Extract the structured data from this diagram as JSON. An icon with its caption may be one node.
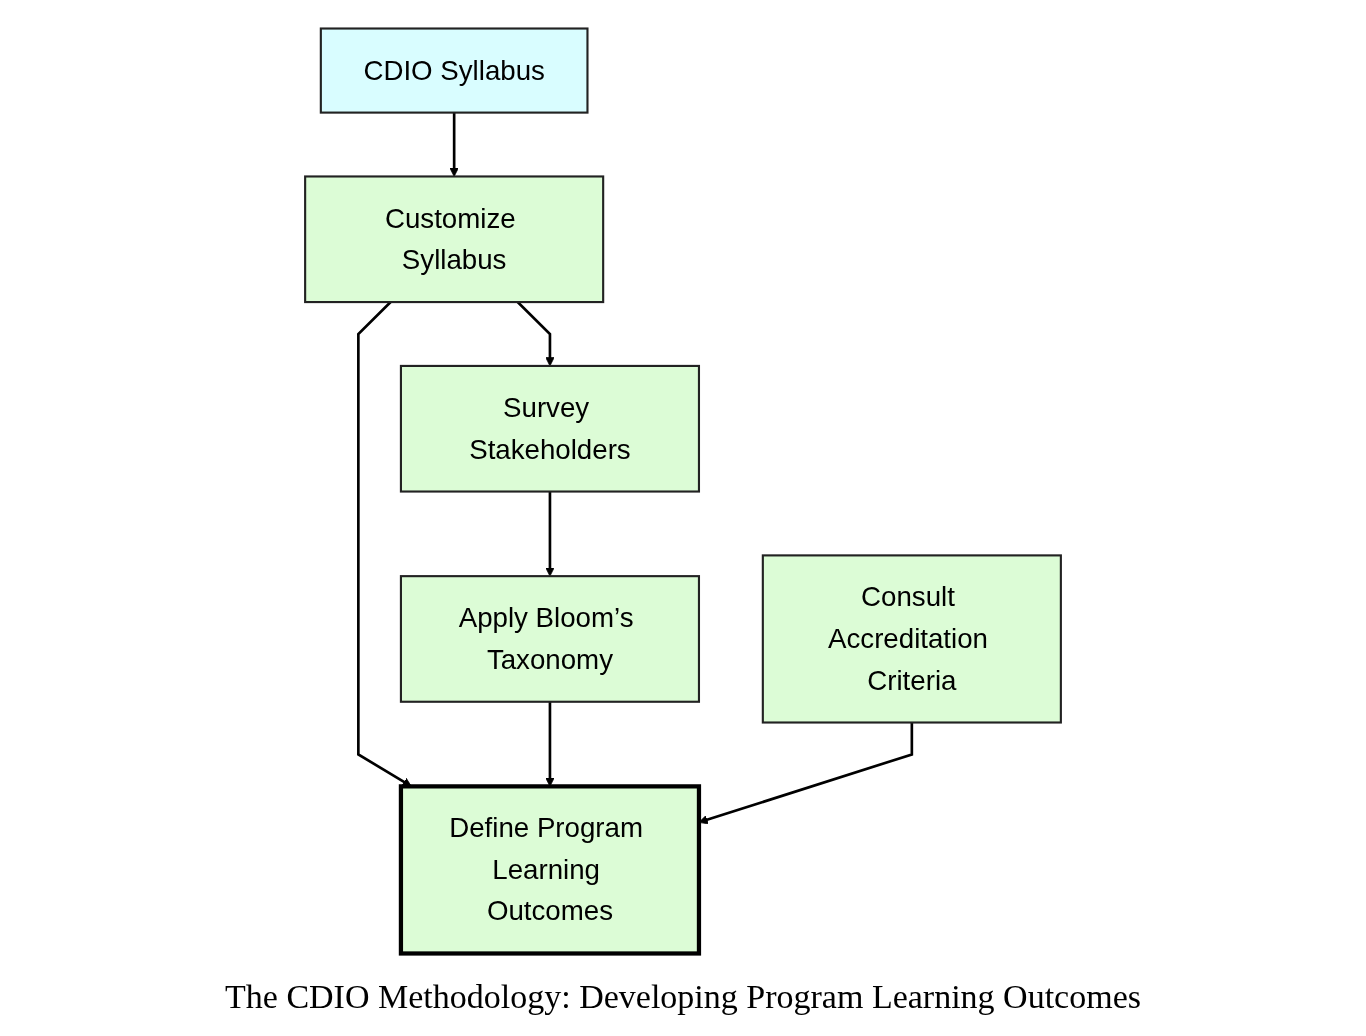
{
  "diagram": {
    "caption": "The CDIO Methodology: Developing Program Learning Outcomes",
    "nodes": [
      {
        "text": [
          "CDIO Syllabus"
        ]
      },
      {
        "text": [
          "Customize Syllabus"
        ]
      },
      {
        "text": [
          "Survey Stakeholders"
        ]
      },
      {
        "text": [
          "Apply Bloom’s Taxonomy"
        ]
      },
      {
        "text": [
          "Consult Accreditation Criteria"
        ]
      },
      {
        "text": [
          "Define Program Learning Outcomes"
        ]
      }
    ],
    "edges": [
      {
        "from": 0,
        "to": 1,
        "arrow": "to"
      },
      {
        "from": 1,
        "to": 2,
        "arrow": "to"
      },
      {
        "from": 1,
        "to": 5,
        "arrow": "to"
      },
      {
        "from": 2,
        "to": 3,
        "arrow": "to"
      },
      {
        "from": 3,
        "to": 5,
        "arrow": "to"
      },
      {
        "from": 4,
        "to": 5,
        "arrow": "to"
      }
    ]
  }
}
